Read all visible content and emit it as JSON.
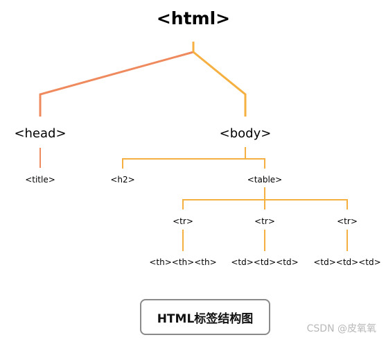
{
  "colors": {
    "head_branch": "#ef8a5e",
    "body_branch": "#f5b041",
    "text": "#000000"
  },
  "nodes": {
    "html": "<html>",
    "head": "<head>",
    "body": "<body>",
    "title": "<title>",
    "h2": "<h2>",
    "table": "<table>",
    "tr": "<tr>",
    "th_row": "<th><th><th>",
    "td_row": "<td><td><td>"
  },
  "caption": "HTML标签结构图",
  "watermark": "CSDN @皮氧氧"
}
